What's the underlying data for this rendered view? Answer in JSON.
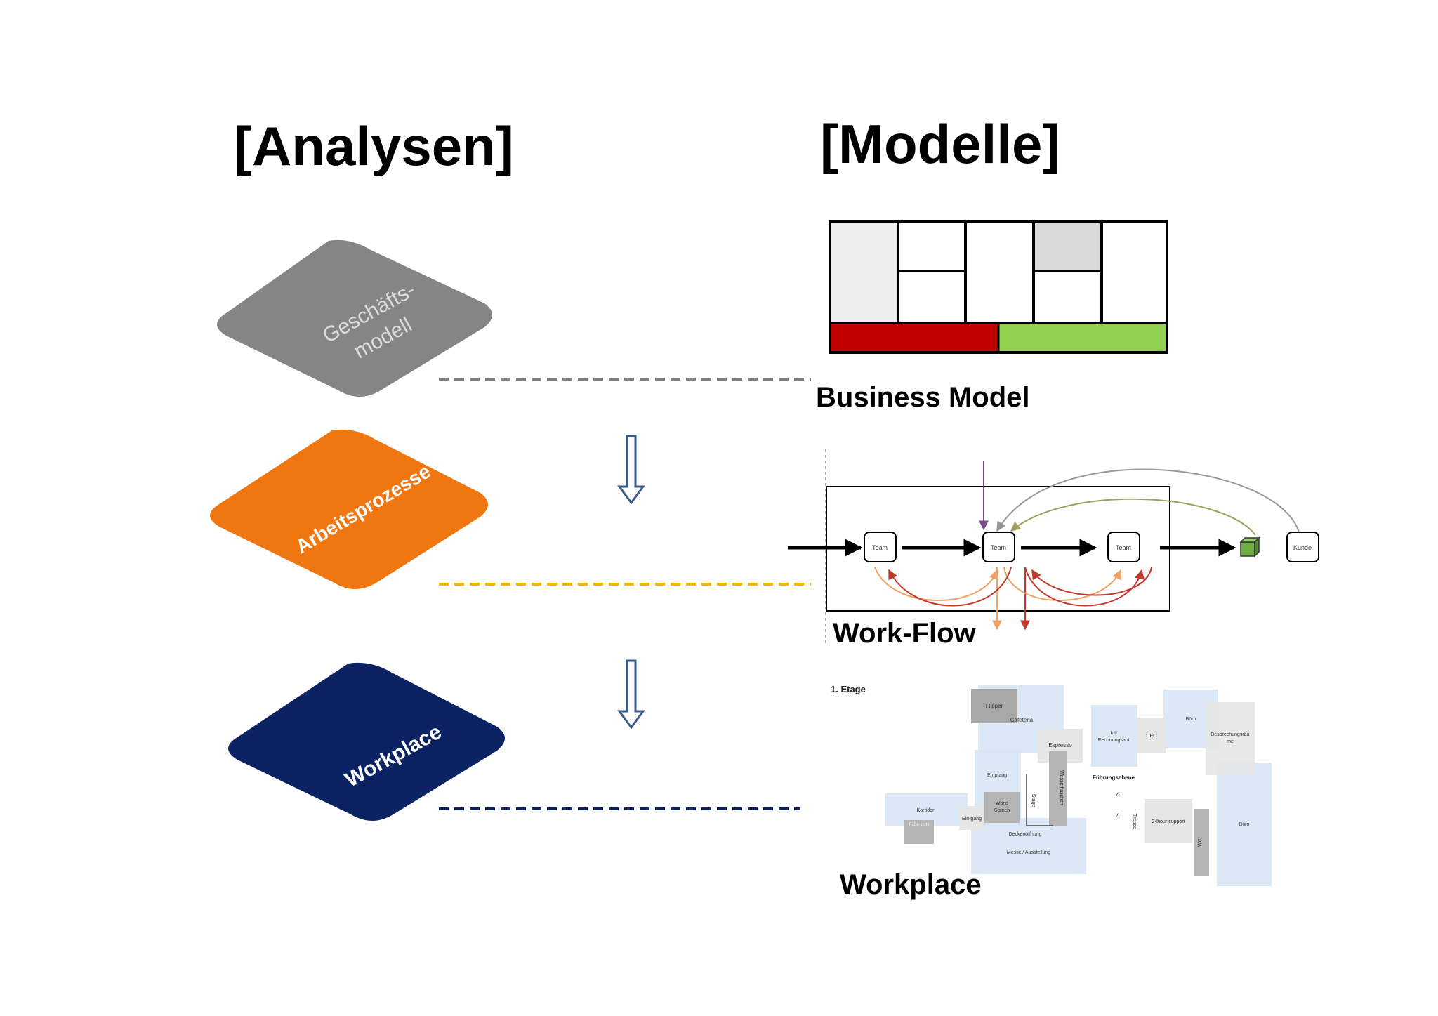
{
  "headings": {
    "left": "[Analysen]",
    "right": "[Modelle]"
  },
  "layers": [
    {
      "line1": "Geschäfts-",
      "line2": "modell",
      "color": "#858585"
    },
    {
      "line1": "Arbeitsprozesse",
      "line2": "",
      "color": "#f07710"
    },
    {
      "line1": "Workplace",
      "line2": "",
      "color": "#0b2363"
    }
  ],
  "connector_colors": {
    "business": "#808080",
    "process": "#f0b800",
    "workplace": "#0b2363"
  },
  "captions": {
    "business": "Business Model",
    "workflow": "Work-Flow",
    "workplace": "Workplace"
  },
  "business_model": {
    "bar_left_color": "#c00000",
    "bar_right_color": "#92d050",
    "shade_color": "#d9d9d9"
  },
  "workflow": {
    "nodes": [
      "Team",
      "Team",
      "Team"
    ],
    "customer": "Kunde",
    "cube_color": "#70ad47"
  },
  "floorplan": {
    "title": "1. Etage",
    "rooms": {
      "flipper": "Flipper",
      "cafeteria": "Cafeteria",
      "espresso": "Espresso",
      "intl": "Intl.",
      "intl2": "Rechnungsabt.",
      "ceo": "CEO",
      "buero1": "Büro",
      "bespr1": "Besprechungsräu",
      "bespr2": "me",
      "empfang": "Empfang",
      "world1": "World",
      "world2": "Screen",
      "wasser": "Wasserflaschen",
      "stage": "Stage",
      "eingang": "Ein-gang",
      "korridor": "Korridor",
      "fuehrung": "Führungsebene",
      "sofa": "Fuße-stuhl",
      "decke": "Deckenöffnung",
      "messe": "Messe / Ausstellung",
      "support": "24hour support",
      "treppe": "Treppe",
      "wc": "WC",
      "buero2": "Büro"
    }
  }
}
